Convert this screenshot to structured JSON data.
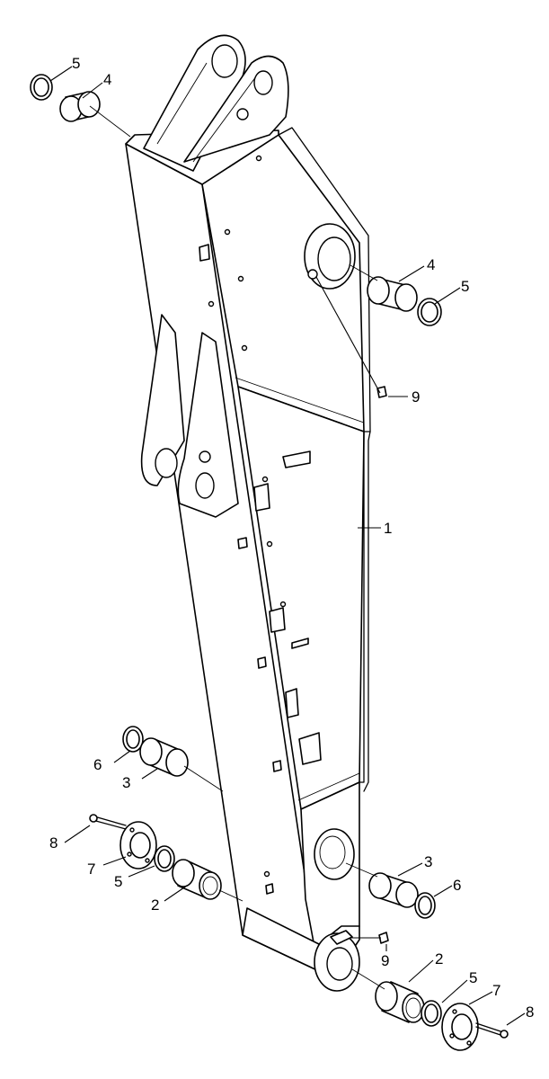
{
  "callouts": [
    {
      "id": "c1",
      "label": "1"
    },
    {
      "id": "c2a",
      "label": "2"
    },
    {
      "id": "c2b",
      "label": "2"
    },
    {
      "id": "c3a",
      "label": "3"
    },
    {
      "id": "c3b",
      "label": "3"
    },
    {
      "id": "c4a",
      "label": "4"
    },
    {
      "id": "c4b",
      "label": "4"
    },
    {
      "id": "c5a",
      "label": "5"
    },
    {
      "id": "c5b",
      "label": "5"
    },
    {
      "id": "c5c",
      "label": "5"
    },
    {
      "id": "c5d",
      "label": "5"
    },
    {
      "id": "c6a",
      "label": "6"
    },
    {
      "id": "c6b",
      "label": "6"
    },
    {
      "id": "c7a",
      "label": "7"
    },
    {
      "id": "c7b",
      "label": "7"
    },
    {
      "id": "c8a",
      "label": "8"
    },
    {
      "id": "c8b",
      "label": "8"
    },
    {
      "id": "c9a",
      "label": "9"
    },
    {
      "id": "c9b",
      "label": "9"
    }
  ]
}
